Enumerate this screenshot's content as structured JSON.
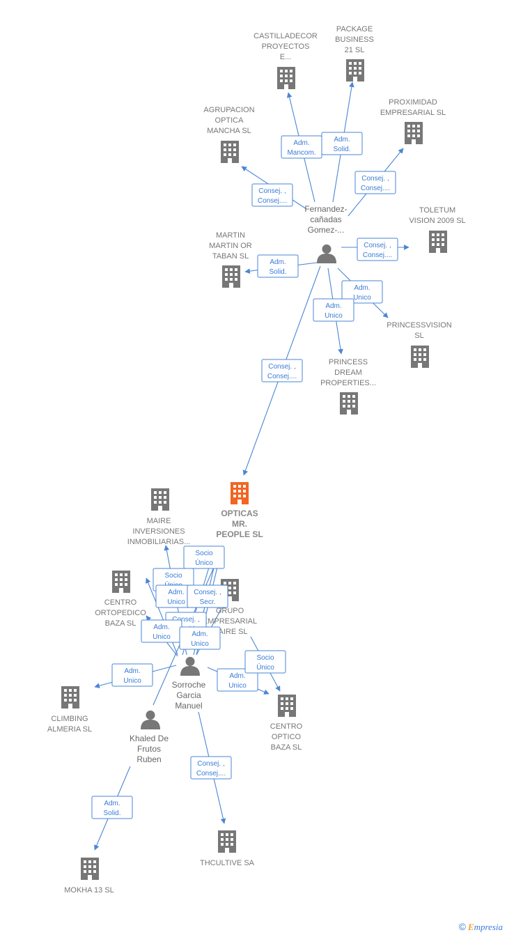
{
  "colors": {
    "edge": "#4a86d4",
    "company": "#777777",
    "main_company": "#f26522",
    "person": "#777777"
  },
  "nodes": [
    {
      "id": "castilladecor",
      "kind": "company",
      "label": [
        "CASTILLADECOR",
        "PROYECTOS",
        "E..."
      ]
    },
    {
      "id": "package",
      "kind": "company",
      "label": [
        "PACKAGE",
        "BUSINESS",
        "21 SL"
      ]
    },
    {
      "id": "agrupacion",
      "kind": "company",
      "label": [
        "AGRUPACION",
        "OPTICA",
        "MANCHA SL"
      ]
    },
    {
      "id": "proximidad",
      "kind": "company",
      "label": [
        "PROXIMIDAD",
        "EMPRESARIAL SL"
      ]
    },
    {
      "id": "toletum",
      "kind": "company",
      "label": [
        "TOLETUM",
        "VISION 2009 SL"
      ]
    },
    {
      "id": "martin",
      "kind": "company",
      "label": [
        "MARTIN",
        "MARTIN OR",
        "TABAN SL"
      ]
    },
    {
      "id": "princessvision",
      "kind": "company",
      "label": [
        "PRINCESSVISION",
        "SL"
      ]
    },
    {
      "id": "princessdream",
      "kind": "company",
      "label": [
        "PRINCESS",
        "DREAM",
        "PROPERTIES..."
      ]
    },
    {
      "id": "fernandez",
      "kind": "person",
      "label": [
        "Fernandez-",
        "cañadas",
        "Gomez-..."
      ]
    },
    {
      "id": "opticas",
      "kind": "main",
      "label": [
        "OPTICAS",
        "MR.",
        "PEOPLE  SL"
      ]
    },
    {
      "id": "maire",
      "kind": "company",
      "label": [
        "MAIRE",
        "INVERSIONES",
        "INMOBILIARIAS..."
      ]
    },
    {
      "id": "centroorto",
      "kind": "company",
      "label": [
        "CENTRO",
        "ORTOPEDICO",
        "BAZA  SL"
      ]
    },
    {
      "id": "grupo",
      "kind": "company",
      "label": [
        "GRUPO",
        "EMPRESARIAL",
        "MAIRE  SL"
      ]
    },
    {
      "id": "climbing",
      "kind": "company",
      "label": [
        "CLIMBING",
        "ALMERIA  SL"
      ]
    },
    {
      "id": "sorroche",
      "kind": "person",
      "label": [
        "Sorroche",
        "Garcia",
        "Manuel"
      ]
    },
    {
      "id": "khaled",
      "kind": "person",
      "label": [
        "Khaled De",
        "Frutos",
        "Ruben"
      ]
    },
    {
      "id": "centroopt",
      "kind": "company",
      "label": [
        "CENTRO",
        "OPTICO",
        "BAZA  SL"
      ]
    },
    {
      "id": "thcultive",
      "kind": "company",
      "label": [
        "THCULTIVE SA"
      ]
    },
    {
      "id": "mokha",
      "kind": "company",
      "label": [
        "MOKHA 13 SL"
      ]
    }
  ],
  "edges": [
    {
      "from": "fernandez",
      "to": "castilladecor",
      "role": [
        "Adm.",
        "Mancom."
      ]
    },
    {
      "from": "fernandez",
      "to": "package",
      "role": [
        "Adm.",
        "Solid."
      ]
    },
    {
      "from": "fernandez",
      "to": "agrupacion",
      "role": [
        "Consej. ,",
        "Consej...."
      ]
    },
    {
      "from": "fernandez",
      "to": "proximidad",
      "role": [
        "Consej. ,",
        "Consej...."
      ]
    },
    {
      "from": "fernandez",
      "to": "toletum",
      "role": [
        "Consej. ,",
        "Consej...."
      ]
    },
    {
      "from": "fernandez",
      "to": "martin",
      "role": [
        "Adm.",
        "Solid."
      ]
    },
    {
      "from": "fernandez",
      "to": "princessvision",
      "role": [
        "Adm.",
        "Unico"
      ]
    },
    {
      "from": "fernandez",
      "to": "princessdream",
      "role": [
        "Adm.",
        "Unico"
      ]
    },
    {
      "from": "fernandez",
      "to": "opticas",
      "role": [
        "Consej. ,",
        "Consej...."
      ]
    },
    {
      "from": "sorroche",
      "to": "opticas",
      "role": [
        "Socio",
        "Único"
      ]
    },
    {
      "from": "sorroche",
      "to": "maire",
      "role": [
        "Socio",
        "Único"
      ]
    },
    {
      "from": "sorroche",
      "to": "centroorto",
      "role": [
        "Adm.",
        "Unico"
      ]
    },
    {
      "from": "sorroche",
      "to": "opticas",
      "role": [
        "Consej. ,",
        "Secr."
      ]
    },
    {
      "from": "sorroche",
      "to": "opticas",
      "role": [
        "Consej. ,",
        "Presid."
      ]
    },
    {
      "from": "sorroche",
      "to": "centroorto",
      "role": [
        "Adm.",
        "Unico"
      ]
    },
    {
      "from": "sorroche",
      "to": "grupo",
      "role": [
        "Adm.",
        "Unico"
      ]
    },
    {
      "from": "sorroche",
      "to": "climbing",
      "role": [
        "Adm.",
        "Unico"
      ]
    },
    {
      "from": "sorroche",
      "to": "centroopt",
      "role": [
        "Adm.",
        "Unico"
      ]
    },
    {
      "from": "sorroche",
      "to": "centroopt",
      "role": [
        "Socio",
        "Único"
      ]
    },
    {
      "from": "sorroche",
      "to": "thcultive",
      "role": [
        "Consej. ,",
        "Consej...."
      ]
    },
    {
      "from": "khaled",
      "to": "opticas",
      "role": []
    },
    {
      "from": "khaled",
      "to": "mokha",
      "role": [
        "Adm.",
        "Solid."
      ]
    }
  ],
  "brand": {
    "symbol": "©",
    "initial": "E",
    "rest": "mpresia"
  }
}
